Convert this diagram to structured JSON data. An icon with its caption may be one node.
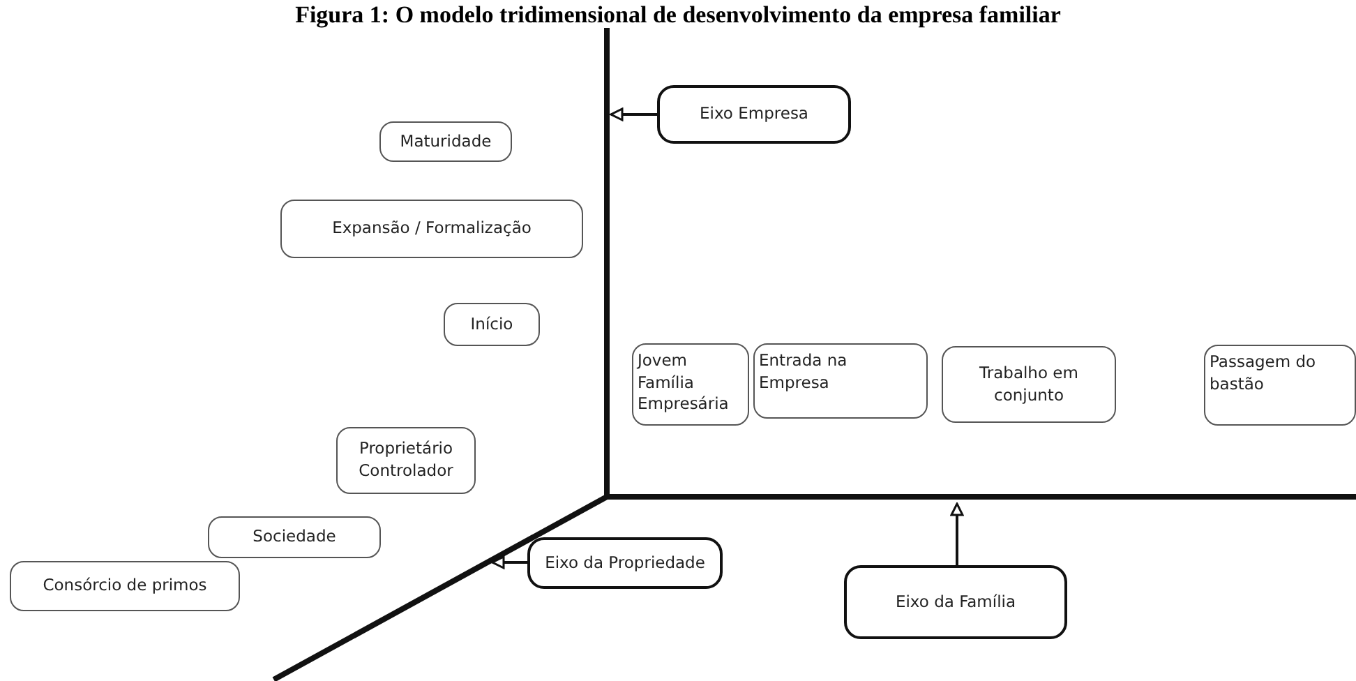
{
  "diagram": {
    "title": "Figura 1: O modelo tridimensional de desenvolvimento da empresa familiar",
    "nodes": [
      {
        "text": [
          "Maturidade"
        ]
      },
      {
        "text": [
          "Expansão / Formalização"
        ]
      },
      {
        "text": [
          "Início"
        ]
      },
      {
        "text": [
          "Jovem Família Empresária"
        ]
      },
      {
        "text": [
          "Entrada na Empresa"
        ]
      },
      {
        "text": [
          "Trabalho em conjunto"
        ]
      },
      {
        "text": [
          "Passagem do bastão"
        ]
      },
      {
        "text": [
          "Proprietário Controlador"
        ]
      },
      {
        "text": [
          "Sociedade"
        ]
      },
      {
        "text": [
          "Consórcio de primos"
        ]
      },
      {
        "text": [
          "Eixo Empresa"
        ]
      },
      {
        "text": [
          "Eixo da Família"
        ]
      },
      {
        "text": [
          "Eixo da Propriedade"
        ]
      }
    ],
    "edges": [
      {
        "from": 10,
        "to": null,
        "arrow": "to"
      },
      {
        "from": 11,
        "to": null,
        "arrow": "to"
      },
      {
        "from": 12,
        "to": null,
        "arrow": "to"
      }
    ]
  }
}
